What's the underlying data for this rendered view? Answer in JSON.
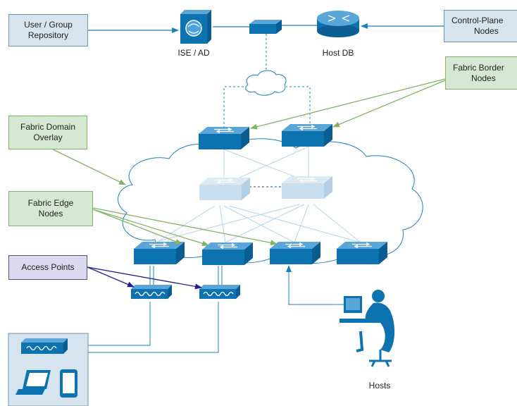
{
  "colors": {
    "blue_box_fill": "#d6e4ef",
    "blue_box_border": "#6f93b3",
    "green_box_fill": "#d5e8d4",
    "green_box_border": "#82b366",
    "purple_box_fill": "#dad9ef",
    "purple_box_border": "#56517e",
    "device_blue": "#0d72b0",
    "device_light": "#c9dff0",
    "green_arrow": "#82b366",
    "navy_arrow": "#1f1f8f",
    "link_blue": "#1b7fc2"
  },
  "labels": {
    "user_group_repository": [
      "User / Group",
      "Repository"
    ],
    "control_plane_nodes": [
      "Control-Plane",
      "Nodes"
    ],
    "fabric_border_nodes": [
      "Fabric Border",
      "Nodes"
    ],
    "fabric_domain_overlay": [
      "Fabric Domain",
      "Overlay"
    ],
    "fabric_edge_nodes": [
      "Fabric Edge",
      "Nodes"
    ],
    "access_points": "Access Points"
  },
  "devices": {
    "ise_ad": "ISE / AD",
    "host_db": "Host DB",
    "hosts": "Hosts"
  }
}
